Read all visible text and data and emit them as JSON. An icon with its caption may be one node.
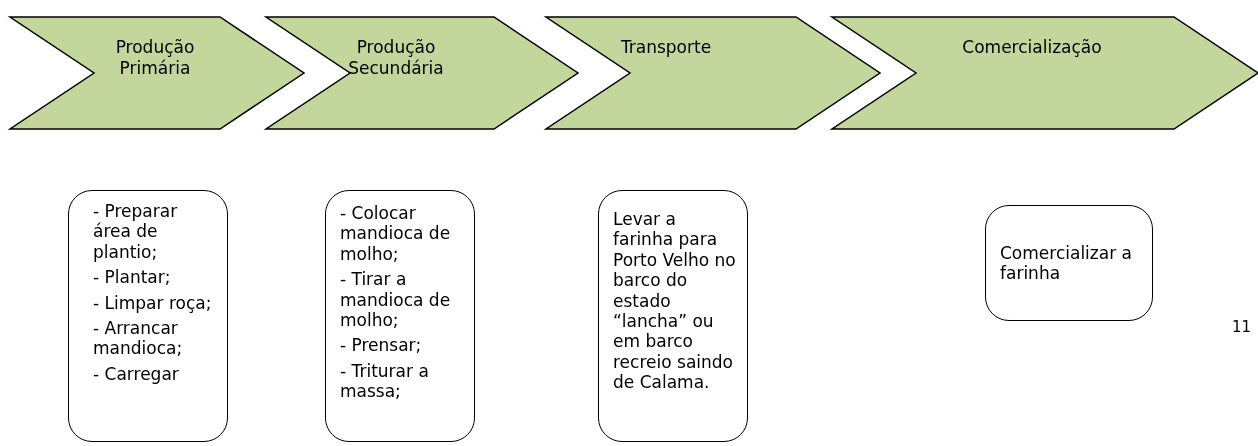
{
  "diagram": {
    "nodes": [
      {
        "text": [
          "Produção Primária"
        ]
      },
      {
        "text": [
          "Produção Secundária"
        ]
      },
      {
        "text": [
          "Transporte"
        ]
      },
      {
        "text": [
          "Comercialização"
        ]
      },
      {
        "text": [
          "- Preparar área de plantio;",
          "- Plantar;",
          "- Limpar roça;",
          "- Arrancar mandioca;",
          "- Carregar"
        ]
      },
      {
        "text": [
          "- Colocar mandioca de molho;",
          "- Tirar a mandioca de molho;",
          "- Prensar;",
          "- Triturar a massa;"
        ]
      },
      {
        "text": [
          "Levar a farinha para Porto Velho no barco do estado “lancha” ou em barco recreio saindo de Calama."
        ]
      },
      {
        "text": [
          "Comercializar a farinha"
        ]
      }
    ],
    "labels": [
      "11"
    ]
  }
}
